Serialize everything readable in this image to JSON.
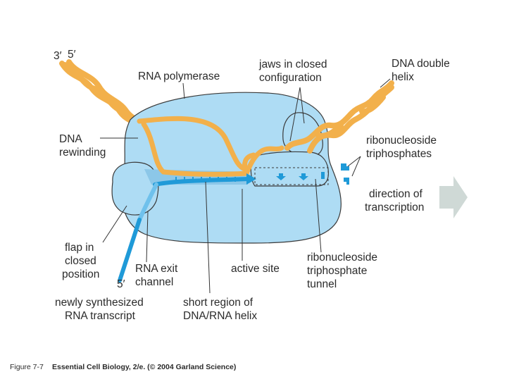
{
  "labels": {
    "three_prime_top": "3′",
    "five_prime_top": "5′",
    "rna_polymerase": "RNA polymerase",
    "jaws_line1": "jaws in closed",
    "jaws_line2": "configuration",
    "dna_double_line1": "DNA double",
    "dna_double_line2": "helix",
    "dna_rewinding_line1": "DNA",
    "dna_rewinding_line2": "rewinding",
    "ribonucleoside_line1": "ribonucleoside",
    "ribonucleoside_line2": "triphosphates",
    "direction_line1": "direction of",
    "direction_line2": "transcription",
    "flap_line1": "flap in",
    "flap_line2": "closed",
    "flap_line3": "position",
    "five_prime_rna": "5′",
    "rna_exit_line1": "RNA exit",
    "rna_exit_line2": "channel",
    "active_site": "active site",
    "tunnel_line1": "ribonucleoside",
    "tunnel_line2": "triphosphate",
    "tunnel_line3": "tunnel",
    "newly_line1": "newly synthesized",
    "newly_line2": "RNA transcript",
    "short_region_line1": "short region of",
    "short_region_line2": "DNA/RNA helix"
  },
  "caption": {
    "figure": "Figure 7-7",
    "text": "Essential Cell Biology, 2/e. (© 2004 Garland Science)"
  },
  "colors": {
    "dna": "#f2b04b",
    "polymerase_body": "#aedcf4",
    "polymerase_outline": "#3a3a3a",
    "rna": "#1f9ad8",
    "arrow": "#cfd9d6"
  },
  "icons": {
    "direction_arrow": "right-arrow-icon"
  }
}
